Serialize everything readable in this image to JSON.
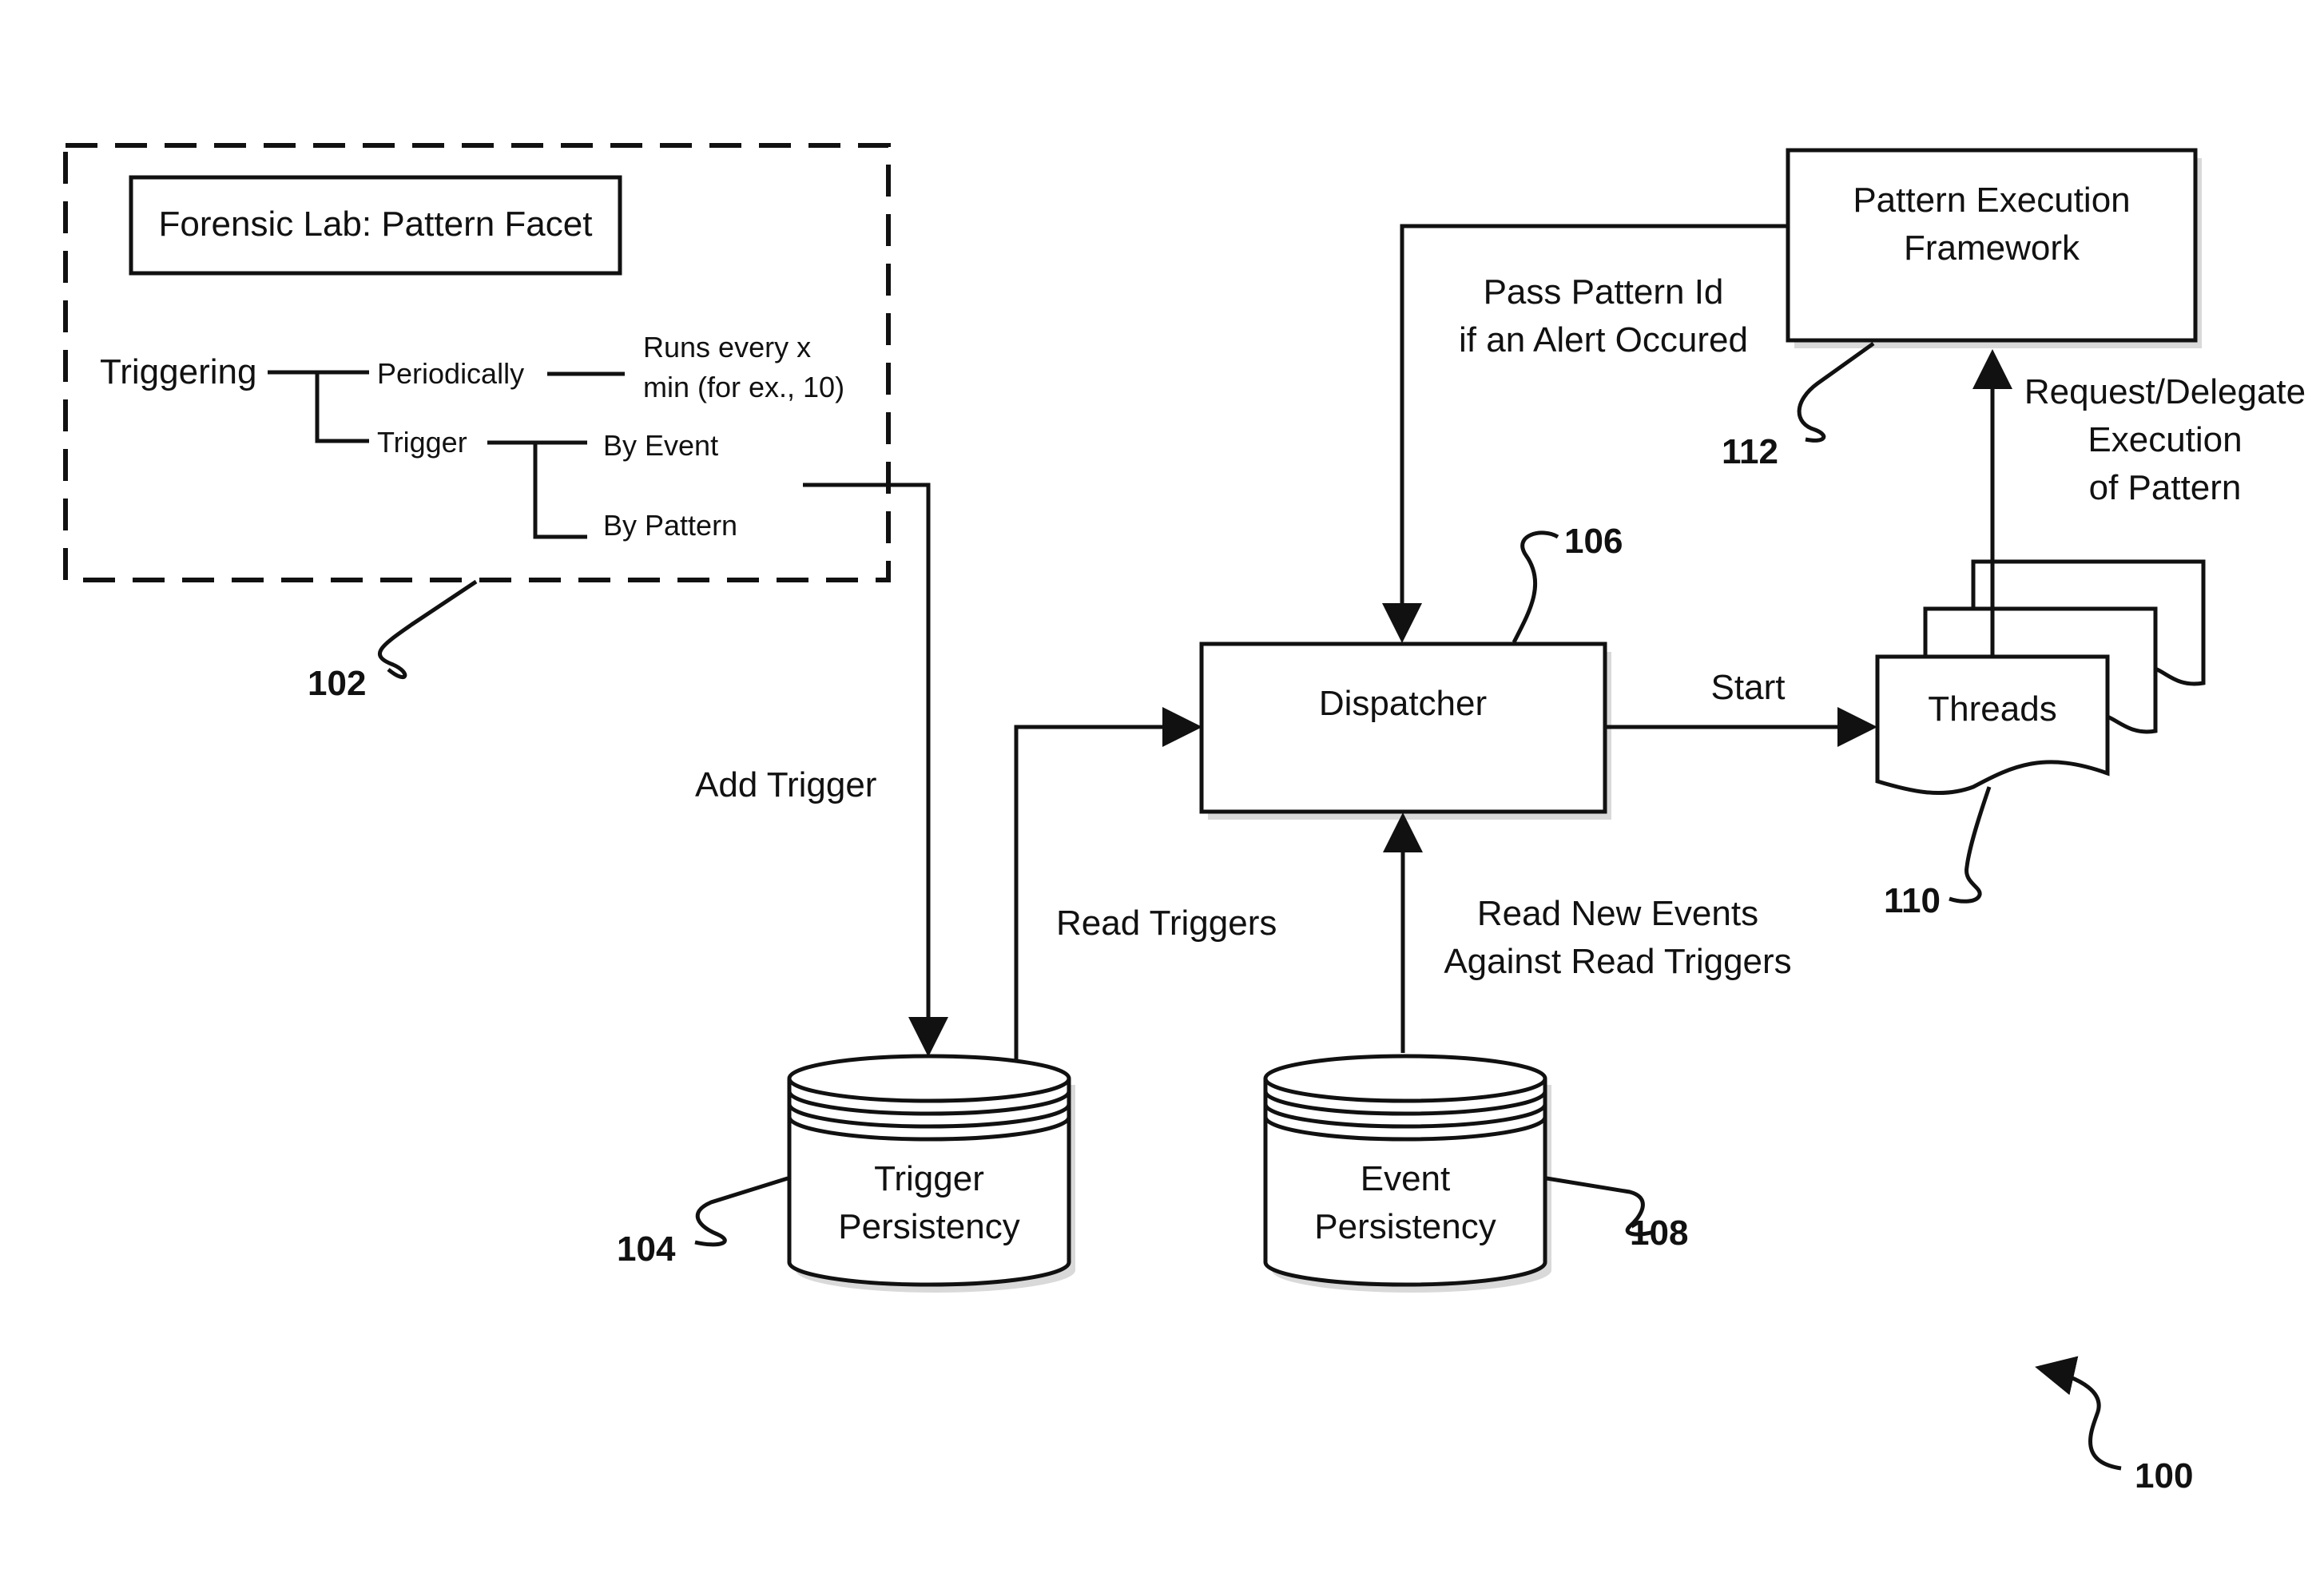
{
  "facet": {
    "title": "Forensic Lab: Pattern Facet",
    "triggering": "Triggering",
    "periodically": "Periodically",
    "runs_line1": "Runs every x",
    "runs_line2": "min (for ex., 10)",
    "trigger": "Trigger",
    "by_event": "By Event",
    "by_pattern": "By Pattern",
    "ref": "102"
  },
  "edges": {
    "add_trigger": "Add Trigger",
    "read_triggers": "Read Triggers",
    "read_new_events_1": "Read New Events",
    "read_new_events_2": "Against Read Triggers",
    "start": "Start",
    "pass_pattern_1": "Pass Pattern Id",
    "pass_pattern_2": "if an Alert Occured",
    "request_1": "Request/Delegate",
    "request_2": "Execution",
    "request_3": "of Pattern"
  },
  "nodes": {
    "dispatcher": {
      "label": "Dispatcher",
      "ref": "106"
    },
    "threads": {
      "label": "Threads",
      "ref": "110"
    },
    "pef": {
      "label1": "Pattern Execution",
      "label2": "Framework",
      "ref": "112"
    },
    "trigger_db": {
      "label1": "Trigger",
      "label2": "Persistency",
      "ref": "104"
    },
    "event_db": {
      "label1": "Event",
      "label2": "Persistency",
      "ref": "108"
    }
  },
  "figure_ref": "100"
}
